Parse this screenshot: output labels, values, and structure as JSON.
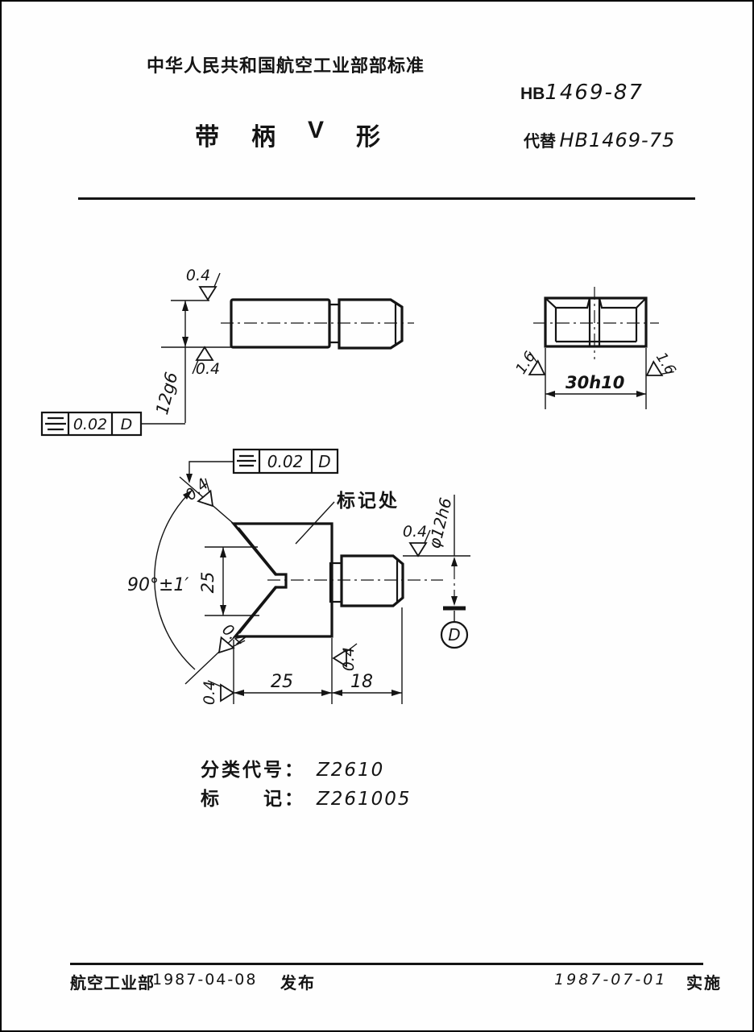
{
  "header": {
    "org_standard": "中华人民共和国航空工业部部标准",
    "standard_prefix": "HB",
    "standard_digits": "1469-87",
    "replaces_label": "代替",
    "replaces_no": "HB1469-75",
    "title_c1": "带",
    "title_c2": "柄",
    "title_c3": "V",
    "title_c4": "形"
  },
  "drawing": {
    "mark_label": "标记处",
    "tol_value": "0.02",
    "tol_datum": "D",
    "dim_shaft": "12g6",
    "dim_width": "30h10",
    "dim_angle": "90°±1′",
    "dim_v": "25",
    "dim_body": "25",
    "dim_shank": "18",
    "dim_dia": "φ12h6",
    "datum": "D",
    "f04": "0.4",
    "f16": "1.6"
  },
  "codes": {
    "class_label": "分类代号：",
    "class_value": "Z2610",
    "mark_label": "标　　记：",
    "mark_value": "Z261005"
  },
  "footer": {
    "issuer": "航空工业部",
    "issue_date": "1987-04-08",
    "issue_label": "发布",
    "impl_date": "1987-07-01",
    "impl_label": "实施"
  }
}
